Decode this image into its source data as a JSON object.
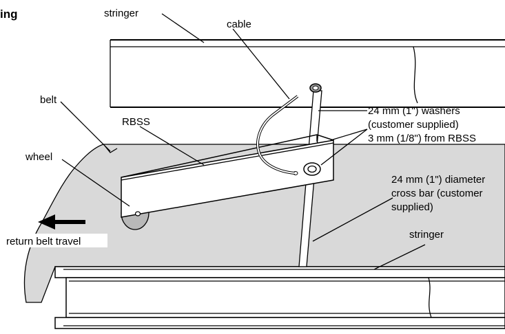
{
  "heading_fragment": "ing",
  "labels": {
    "stringer_top": "stringer",
    "cable": "cable",
    "belt": "belt",
    "rbss": "RBSS",
    "wheel": "wheel",
    "washers": [
      "24 mm (1\") washers",
      "(customer supplied)",
      "3 mm (1/8\") from RBSS"
    ],
    "crossbar": [
      "24 mm (1\") diameter",
      "cross bar (customer",
      "supplied)"
    ],
    "return_belt": "return belt travel",
    "stringer_bottom": "stringer"
  },
  "colors": {
    "belt_fill": "#d9d9d9",
    "line": "#000000",
    "background": "#ffffff"
  }
}
